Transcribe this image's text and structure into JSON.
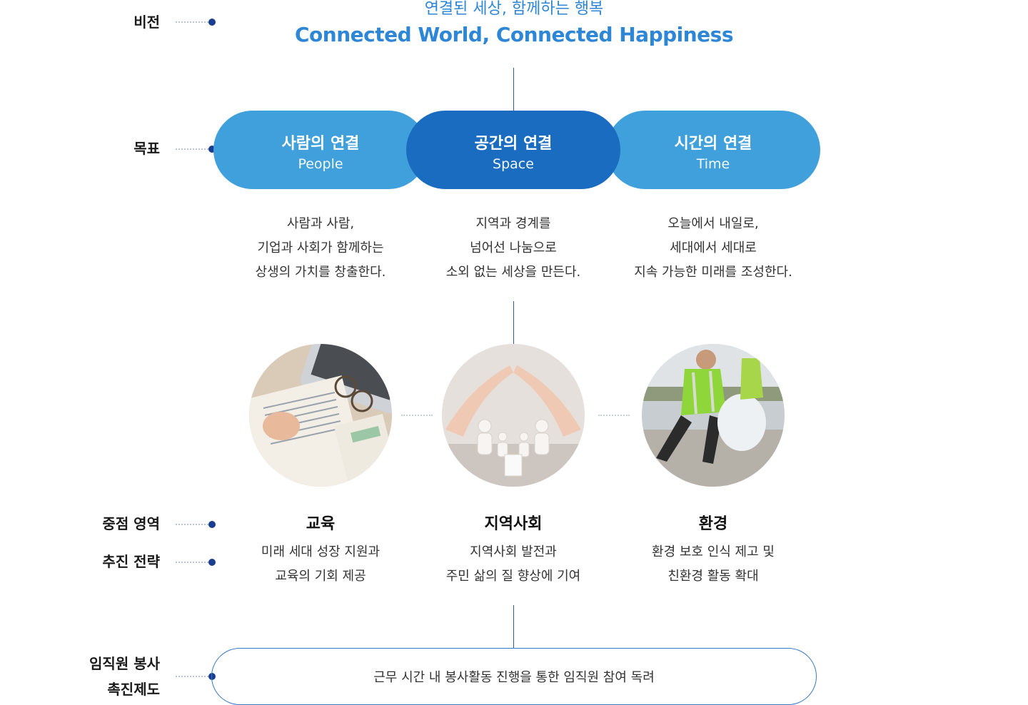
{
  "labels": {
    "vision": "비전",
    "goal": "목표",
    "focus": "중점 영역",
    "strategy": "추진 전략",
    "volunteer_line1": "임직원 봉사",
    "volunteer_line2": "촉진제도"
  },
  "vision": {
    "korean": "연결된 세상, 함께하는 행복",
    "english": "Connected World, Connected Happiness"
  },
  "goals": [
    {
      "title": "사람의 연결",
      "subtitle": "People",
      "desc": [
        "사람과 사람,",
        "기업과 사회가 함께하는",
        "상생의 가치를 창출한다."
      ]
    },
    {
      "title": "공간의 연결",
      "subtitle": "Space",
      "desc": [
        "지역과 경계를",
        "넘어선 나눔으로",
        "소외 없는 세상을 만든다."
      ]
    },
    {
      "title": "시간의 연결",
      "subtitle": "Time",
      "desc": [
        "오늘에서 내일로,",
        "세대에서 세대로",
        "지속 가능한 미래를 조성한다."
      ]
    }
  ],
  "focus_areas": [
    {
      "title": "교육",
      "strategy": [
        "미래 세대 성장 지원과",
        "교육의 기회 제공"
      ],
      "image": "education-photo"
    },
    {
      "title": "지역사회",
      "strategy": [
        "지역사회 발전과",
        "주민 삶의 질 향상에 기여"
      ],
      "image": "community-photo"
    },
    {
      "title": "환경",
      "strategy": [
        "환경 보호 인식 제고 및",
        "친환경 활동 확대"
      ],
      "image": "environment-photo"
    }
  ],
  "volunteer": {
    "text": "근무 시간 내 봉사활동 진행을 통한 임직원 참여 독려"
  },
  "colors": {
    "accent_light": "#3fa0dc",
    "accent_dark": "#1a6cc0",
    "navy": "#1a3d8f"
  }
}
